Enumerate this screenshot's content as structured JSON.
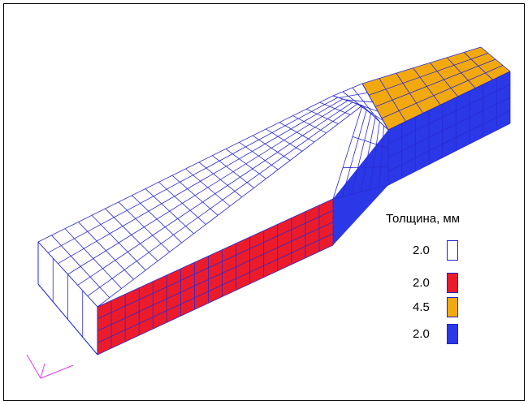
{
  "legend": {
    "title": "Толщина, мм",
    "items": [
      {
        "value": "2.0",
        "color": "#ffffff"
      },
      {
        "value": "2.0",
        "color": "#ec1b2b"
      },
      {
        "value": "4.5",
        "color": "#f2a90f"
      },
      {
        "value": "2.0",
        "color": "#2b38e8"
      }
    ]
  },
  "colors": {
    "mesh": "#2a2ad0",
    "axis": "#e23cf0",
    "frame": "#000000"
  }
}
